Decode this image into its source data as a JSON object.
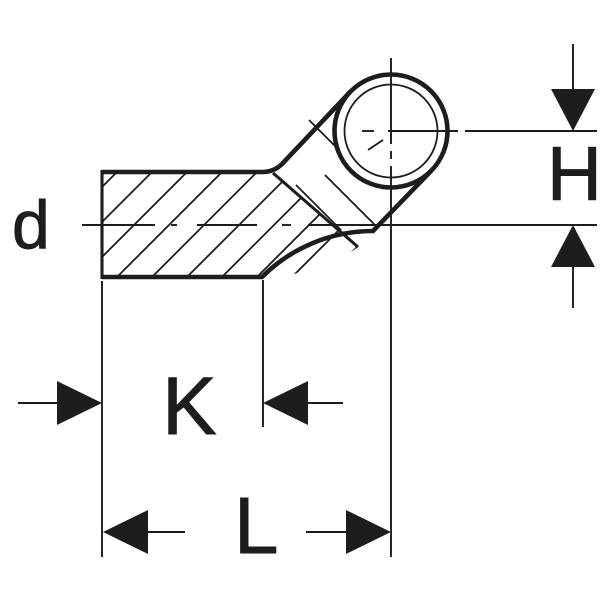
{
  "drawing": {
    "description": "technical dimension drawing of a pipe elbow fitting",
    "labels": {
      "d": "d",
      "H": "H",
      "K": "K",
      "L": "L"
    },
    "colors": {
      "line": "#1d1d1b",
      "background": "#ffffff"
    }
  }
}
